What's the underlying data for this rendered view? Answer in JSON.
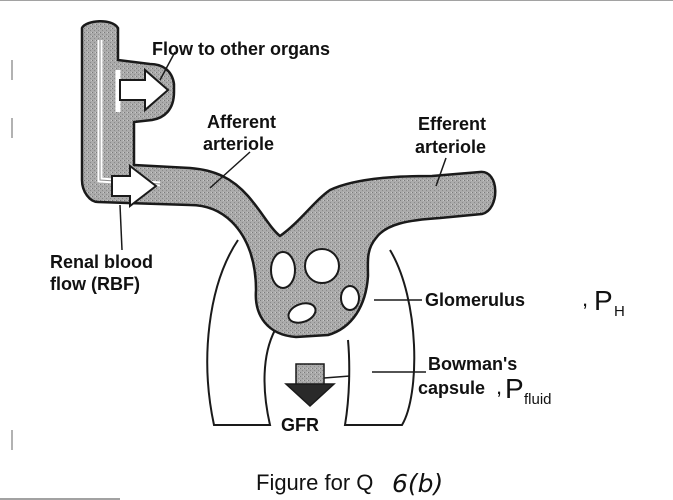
{
  "labels": {
    "flow_other": "Flow to other organs",
    "afferent_1": "Afferent",
    "afferent_2": "arteriole",
    "efferent_1": "Efferent",
    "efferent_2": "arteriole",
    "renal_1": "Renal blood",
    "renal_2": "flow (RBF)",
    "glomerulus": "Glomerulus",
    "glom_sep": ",",
    "p_h": "P",
    "p_h_sub": "H",
    "bowman_1": "Bowman's",
    "bowman_2": "capsule",
    "bow_sep": ",",
    "p_fluid": "P",
    "p_fluid_sub": "fluid",
    "gfr": "GFR"
  },
  "caption": {
    "printed": "Figure for Q",
    "handwritten": "6(b)"
  },
  "colors": {
    "vessel_fill": "#a8a8a8",
    "vessel_stroke": "#1a1a1a",
    "line": "#1a1a1a",
    "background": "#ffffff"
  }
}
